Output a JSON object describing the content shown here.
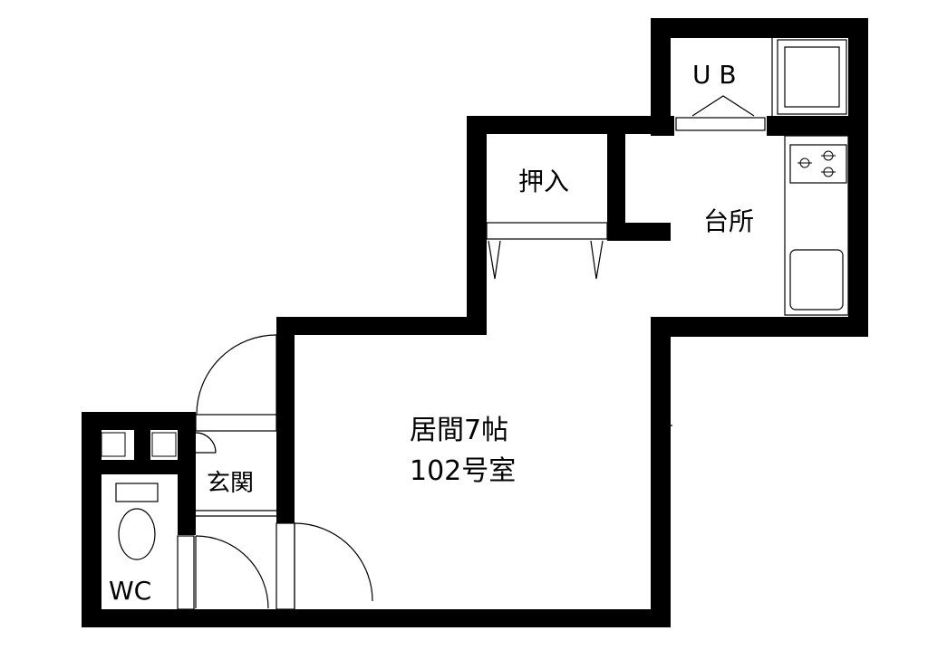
{
  "floor_plan": {
    "rooms": {
      "living": {
        "label": "居間7帖",
        "unit": "102号室"
      },
      "closet": {
        "label": "押入"
      },
      "kitchen": {
        "label": "台所"
      },
      "bath": {
        "label": "U B"
      },
      "toilet": {
        "label": "WC"
      },
      "entrance": {
        "label": "玄関"
      }
    },
    "colors": {
      "wall": "#000000",
      "fixture_line": "#000000",
      "background": "#ffffff"
    }
  }
}
